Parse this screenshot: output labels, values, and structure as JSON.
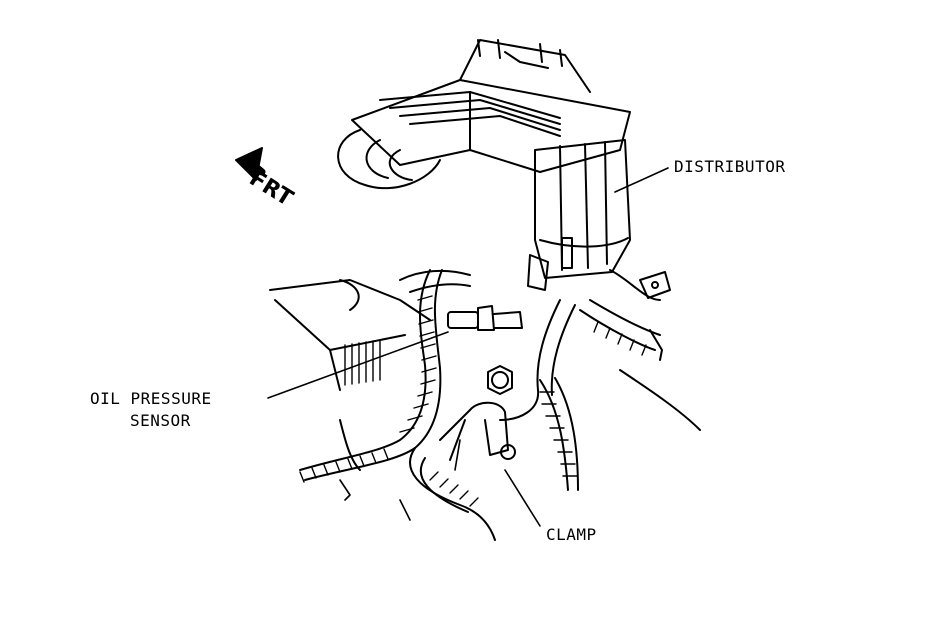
{
  "labels": {
    "frt": "FRT",
    "distributor": "DISTRIBUTOR",
    "oil_pressure_line1": "OIL PRESSURE",
    "oil_pressure_line2": "SENSOR",
    "clamp": "CLAMP"
  },
  "colors": {
    "ink": "#000000",
    "paper": "#ffffff"
  }
}
